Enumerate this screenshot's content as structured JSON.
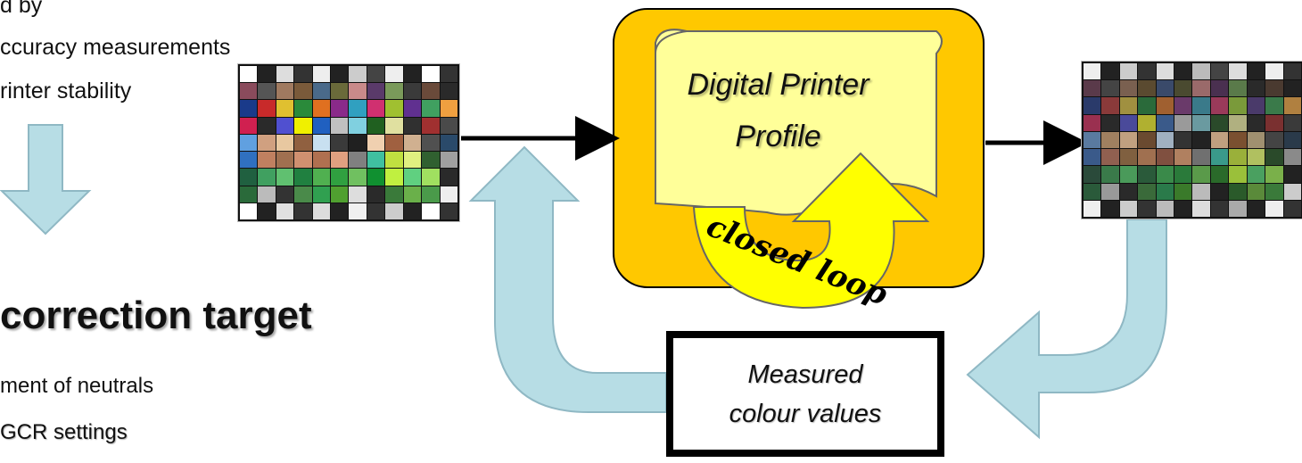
{
  "left_text": {
    "line1": "d by",
    "line2": "ccuracy measurements",
    "line3": "rinter stability",
    "title": "correction target",
    "bullet1": "ment of neutrals",
    "bullet2": "GCR settings"
  },
  "profile_box": {
    "line1": "Digital Printer",
    "line2": "Profile",
    "loop_label": "closed loop"
  },
  "measured_box": {
    "line1": "Measured",
    "line2": "colour values"
  },
  "colors": {
    "profile_outer": "#ffc800",
    "profile_scroll": "#ffff99",
    "loop_arrow": "#ffff00",
    "flow_arrow_fill": "#b7dde5",
    "flow_arrow_stroke": "#8fb8c4"
  },
  "chart_left_patches": [
    "#fff",
    "#222",
    "#ddd",
    "#333",
    "#eee",
    "#222",
    "#ccc",
    "#444",
    "#eee",
    "#222",
    "#fff",
    "#333",
    "#8a4b5c",
    "#555",
    "#a07a60",
    "#7a5a3a",
    "#4a6a8a",
    "#6a6a3a",
    "#c98a8a",
    "#5a3a6a",
    "#7a9a5a",
    "#3a3a3a",
    "#6a4a3a",
    "#2a2a2a",
    "#1a3a8a",
    "#c82a2a",
    "#e0c030",
    "#2a8a3a",
    "#e07020",
    "#8a2a8a",
    "#30a0c0",
    "#d03070",
    "#a0c030",
    "#603090",
    "#40a060",
    "#f0a040",
    "#d02050",
    "#2a2a2a",
    "#5050d0",
    "#f0f000",
    "#2060c0",
    "#c0c0c0",
    "#80d0e0",
    "#206020",
    "#e0e0a0",
    "#303030",
    "#a03030",
    "#4a4a4a",
    "#60a0e0",
    "#d0a080",
    "#e8c8a0",
    "#906040",
    "#c8e0f0",
    "#3a3a3a",
    "#202020",
    "#f0d0b0",
    "#a06040",
    "#d0b090",
    "#505050",
    "#2a4a6a",
    "#3070c0",
    "#c08060",
    "#a07050",
    "#d09070",
    "#b07050",
    "#e0a080",
    "#808080",
    "#40c0a0",
    "#c0e040",
    "#e0f080",
    "#306030",
    "#a0a0a0",
    "#206040",
    "#40a060",
    "#60c070",
    "#208040",
    "#50b050",
    "#30a040",
    "#70c060",
    "#109030",
    "#c0f040",
    "#60d080",
    "#a0e060",
    "#2a2a2a",
    "#2a6a3a",
    "#bbb",
    "#333",
    "#4a8a4a",
    "#30a050",
    "#50a030",
    "#ddd",
    "#2a2a2a",
    "#3a7a3a",
    "#6ab04a",
    "#4a9a4a",
    "#eee",
    "#fff",
    "#222",
    "#e0e0e0",
    "#333",
    "#ddd",
    "#222",
    "#f0f0f0",
    "#333",
    "#ccc",
    "#222",
    "#fff",
    "#333"
  ],
  "chart_right_patches": [
    "#eee",
    "#222",
    "#ccc",
    "#333",
    "#ddd",
    "#222",
    "#bbb",
    "#444",
    "#ddd",
    "#222",
    "#eee",
    "#333",
    "#5a3a4a",
    "#444",
    "#7a6050",
    "#5a4a30",
    "#3a4a6a",
    "#4a4a30",
    "#9a6a6a",
    "#4a3050",
    "#5a7a4a",
    "#2a2a2a",
    "#4a3a30",
    "#222",
    "#2a3a6a",
    "#8a3a3a",
    "#a09040",
    "#2a6a3a",
    "#a06030",
    "#6a3a6a",
    "#3a7a8a",
    "#9a3a5a",
    "#7a9a3a",
    "#4a3a6a",
    "#3a7a4a",
    "#b08040",
    "#9a3050",
    "#2a2a2a",
    "#4a4a9a",
    "#b0b030",
    "#3a5a8a",
    "#9a9a9a",
    "#6a9aa0",
    "#2a4a2a",
    "#b0b080",
    "#2a2a2a",
    "#7a3030",
    "#3a3a3a",
    "#5a7aa0",
    "#a08060",
    "#c0a080",
    "#6a4a30",
    "#a0b0c0",
    "#333",
    "#222",
    "#c0a080",
    "#7a5030",
    "#a09070",
    "#444",
    "#2a3a4a",
    "#3a5a8a",
    "#906050",
    "#806040",
    "#a07050",
    "#805040",
    "#b08060",
    "#707070",
    "#3a9a8a",
    "#9ab03a",
    "#b0c060",
    "#2a4a2a",
    "#8a8a8a",
    "#2a4a3a",
    "#3a7a4a",
    "#4a9a5a",
    "#2a5a3a",
    "#3a8a4a",
    "#2a7a3a",
    "#5a9a4a",
    "#2a6a2a",
    "#9ac03a",
    "#4aa060",
    "#7ab04a",
    "#222",
    "#2a5a3a",
    "#999",
    "#2a2a2a",
    "#3a6a3a",
    "#2a7a4a",
    "#3a7a2a",
    "#bbb",
    "#222",
    "#2a5a2a",
    "#5a8a3a",
    "#3a7a3a",
    "#ccc",
    "#eee",
    "#222",
    "#ccc",
    "#333",
    "#bbb",
    "#222",
    "#ddd",
    "#333",
    "#aaa",
    "#222",
    "#eee",
    "#333"
  ]
}
